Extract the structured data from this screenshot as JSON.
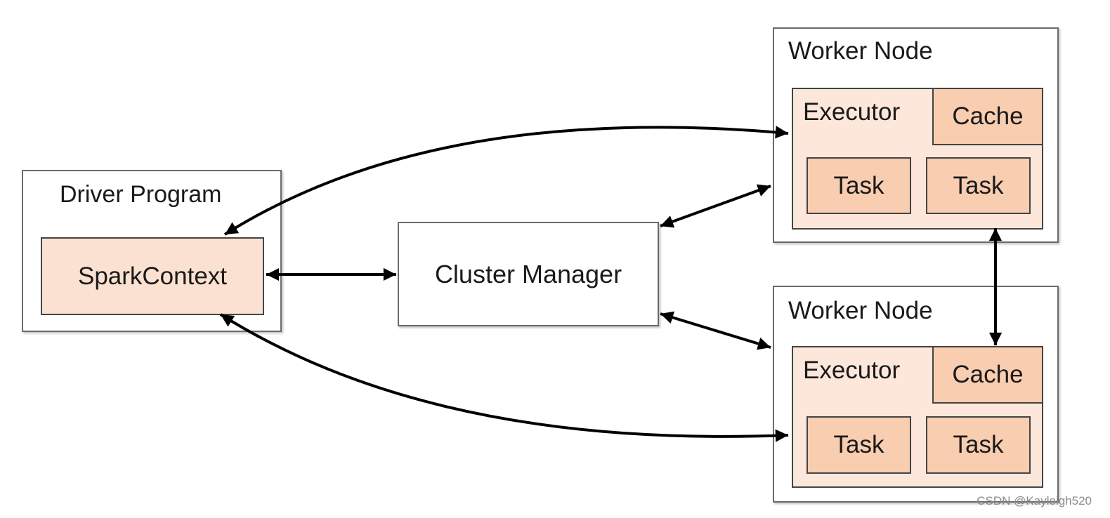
{
  "driver": {
    "title": "Driver Program",
    "spark_context": "SparkContext"
  },
  "cluster_manager": {
    "label": "Cluster Manager"
  },
  "worker_top": {
    "title": "Worker Node",
    "executor": "Executor",
    "cache": "Cache",
    "tasks": [
      "Task",
      "Task"
    ]
  },
  "worker_bottom": {
    "title": "Worker Node",
    "executor": "Executor",
    "cache": "Cache",
    "tasks": [
      "Task",
      "Task"
    ]
  },
  "watermark": "CSDN @Kayleigh520",
  "colors": {
    "executor_fill": "#fce7da",
    "task_cache_fill": "#f9cdb0",
    "sparkcontext_fill": "#fbe1d1",
    "arrow": "#000000"
  }
}
